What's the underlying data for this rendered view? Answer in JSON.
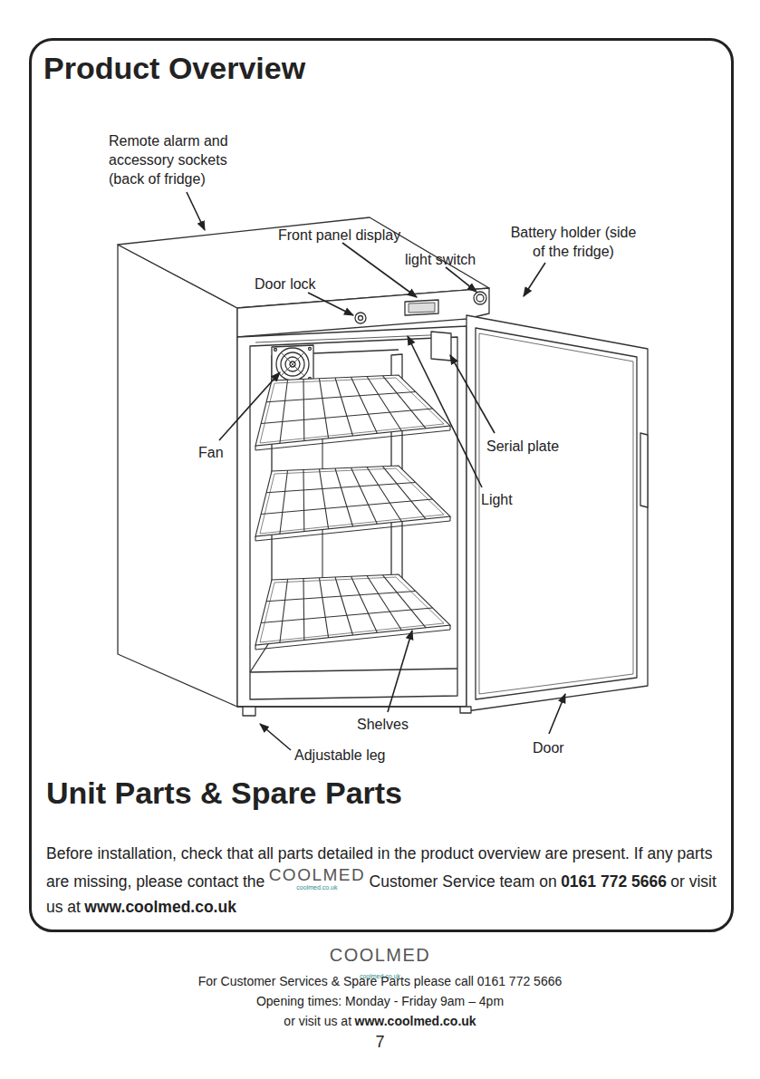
{
  "diagram": {
    "title": "Product Overview",
    "nodes": [
      {
        "text": [
          "Unit Parts & Spare Parts",
          "Before installation, check that all parts detailed in the product overview are present. If any parts are missing, please contact the",
          "COOLMED",
          "coolmed.co.uk",
          "Customer Service team on",
          "0161 772 5666",
          "or visit us at",
          "www.coolmed.co.uk"
        ]
      }
    ],
    "labels": [
      "Remote alarm and accessory sockets (back of fridge)",
      "Front panel display",
      "light switch",
      "Battery holder (side of the fridge)",
      "Door lock",
      "Fan",
      "Serial plate",
      "Light",
      "Shelves",
      "Adjustable leg",
      "Door",
      "COOLMED",
      "coolmed.co.uk",
      "For Customer Services & Spare Parts please call 0161 772 5666",
      "Opening times: Monday - Friday  9am – 4pm",
      "or visit us at",
      "www.coolmed.co.uk",
      "7"
    ]
  }
}
